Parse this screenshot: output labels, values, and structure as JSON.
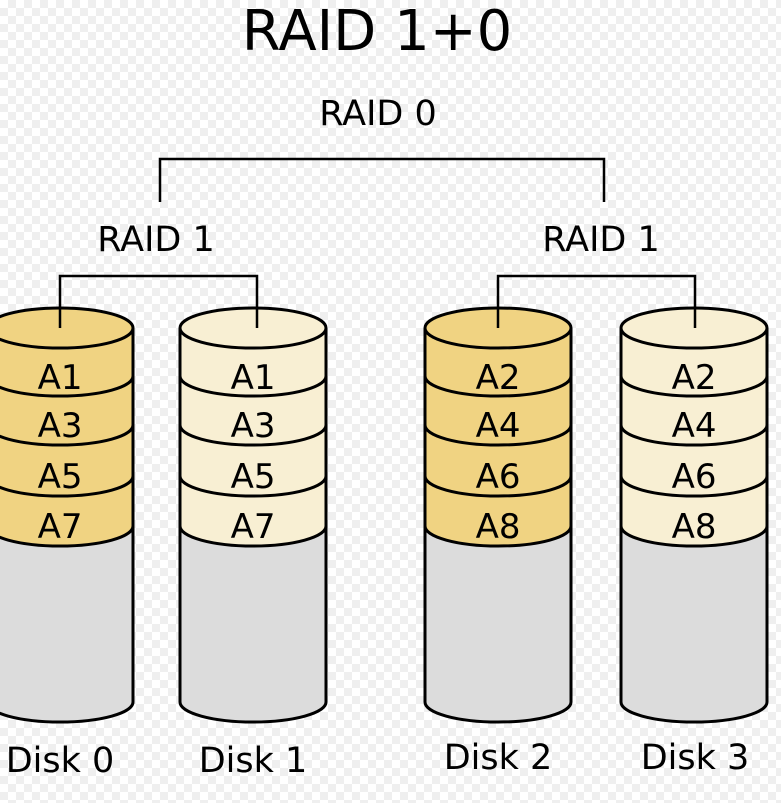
{
  "title": "RAID 1+0",
  "raid0": {
    "label": "RAID 0"
  },
  "raid1_left": {
    "label": "RAID 1"
  },
  "raid1_right": {
    "label": "RAID 1"
  },
  "colors": {
    "gold_disk": "#F0D382",
    "cream_disk": "#F8EFD3",
    "disk_lower_body": "#DCDCDC",
    "outline": "#000000",
    "checker_square": "#EFEFEF"
  },
  "disks": [
    {
      "label": "Disk 0",
      "color": "#F0D382",
      "blocks": [
        "A1",
        "A3",
        "A5",
        "A7"
      ]
    },
    {
      "label": "Disk 1",
      "color": "#F8EFD3",
      "blocks": [
        "A1",
        "A3",
        "A5",
        "A7"
      ]
    },
    {
      "label": "Disk 2",
      "color": "#F0D382",
      "blocks": [
        "A2",
        "A4",
        "A6",
        "A8"
      ]
    },
    {
      "label": "Disk 3",
      "color": "#F8EFD3",
      "blocks": [
        "A2",
        "A4",
        "A6",
        "A8"
      ]
    }
  ]
}
